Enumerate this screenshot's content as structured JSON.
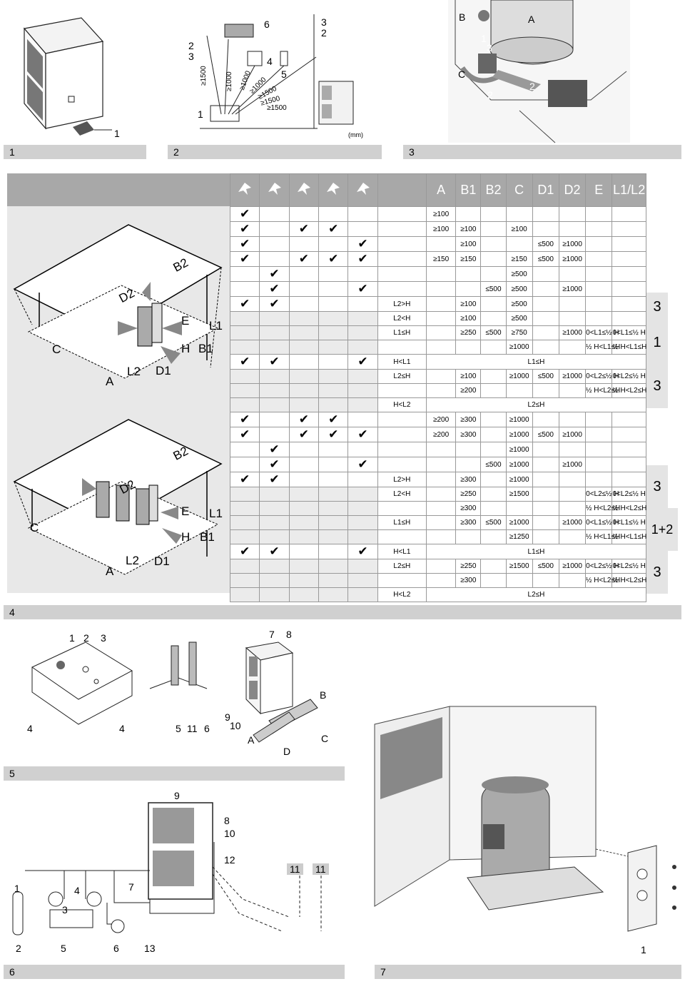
{
  "panels": [
    {
      "num": "1",
      "callouts": [
        "1"
      ]
    },
    {
      "num": "2",
      "callouts": [
        "6",
        "3",
        "2",
        "2",
        "3",
        "4",
        "5",
        "1"
      ],
      "distances": [
        "≥1500",
        "≥1000",
        "≥1000",
        "≥1000",
        "≥1500",
        "≥1500",
        "≥1500"
      ],
      "unit": "(mm)"
    },
    {
      "num": "3",
      "callouts": [
        "B",
        "A",
        "1",
        "3",
        "C",
        "2",
        "2"
      ]
    },
    {
      "num": "4"
    },
    {
      "num": "5",
      "callouts": [
        "1",
        "2",
        "3",
        "4",
        "4",
        "5",
        "11",
        "6",
        "7",
        "8",
        "9",
        "10",
        "A",
        "D",
        "C",
        "B"
      ]
    },
    {
      "num": "6",
      "callouts": [
        "9",
        "8",
        "10",
        "12",
        "11",
        "11",
        "1",
        "7",
        "4",
        "3",
        "2",
        "5",
        "6",
        "13"
      ]
    },
    {
      "num": "7",
      "callouts": [
        "1"
      ]
    }
  ],
  "iso_labels": {
    "upper": [
      "B2",
      "D2",
      "E",
      "L1",
      "H",
      "B1",
      "C",
      "L2",
      "D1",
      "A"
    ],
    "lower": [
      "B2",
      "D2",
      "E",
      "L1",
      "H",
      "B1",
      "C",
      "L2",
      "D1",
      "A"
    ]
  },
  "table": {
    "columns": [
      "A",
      "B1",
      "B2",
      "C",
      "D1",
      "D2",
      "E",
      "L1/L2"
    ],
    "check": "✔",
    "rows": [
      {
        "checks": [
          1,
          0,
          0,
          0,
          0
        ],
        "cond": "",
        "cells": [
          "≥100",
          "",
          "",
          "",
          "",
          "",
          ""
        ]
      },
      {
        "checks": [
          1,
          0,
          1,
          1,
          0
        ],
        "cond": "",
        "cells": [
          "≥100",
          "≥100",
          "",
          "≥100",
          "",
          "",
          ""
        ]
      },
      {
        "checks": [
          1,
          0,
          0,
          0,
          1
        ],
        "cond": "",
        "cells": [
          "",
          "≥100",
          "",
          "",
          "≤500",
          "≥1000",
          ""
        ]
      },
      {
        "checks": [
          1,
          0,
          1,
          1,
          1
        ],
        "cond": "",
        "cells": [
          "≥150",
          "≥150",
          "",
          "≥150",
          "≤500",
          "≥1000",
          ""
        ]
      },
      {
        "checks": [
          0,
          1,
          0,
          0,
          0
        ],
        "cond": "",
        "cells": [
          "",
          "",
          "",
          "≥500",
          "",
          "",
          ""
        ]
      },
      {
        "checks": [
          0,
          1,
          0,
          0,
          1
        ],
        "cond": "",
        "cells": [
          "",
          "",
          "≤500",
          "≥500",
          "",
          "≥1000",
          ""
        ]
      },
      {
        "checks": [
          1,
          1,
          0,
          0,
          0
        ],
        "cond": "L2>H",
        "cells": [
          "",
          "≥100",
          "",
          "≥500",
          "",
          "",
          ""
        ]
      },
      {
        "checks": [],
        "cond": "L2<H",
        "cells": [
          "",
          "≥100",
          "",
          "≥500",
          "",
          "",
          ""
        ]
      },
      {
        "checks": [],
        "cond": "L1≤H",
        "cells": [
          "",
          "≥250",
          "≤500",
          "≥750",
          "",
          "≥1000",
          "0<L1≤½ H"
        ]
      },
      {
        "checks": [],
        "cond": "",
        "cells": [
          "",
          "",
          "",
          "≥1000",
          "",
          "",
          "½ H<L1≤H"
        ]
      },
      {
        "checks": [
          1,
          1,
          0,
          0,
          1
        ],
        "cond": "H<L1",
        "cells": [
          "L1≤H"
        ]
      },
      {
        "checks": [],
        "cond": "L2≤H",
        "cells": [
          "",
          "≥100",
          "",
          "≥1000",
          "≤500",
          "≥1000",
          "0<L2≤½ H"
        ]
      },
      {
        "checks": [],
        "cond": "",
        "cells": [
          "",
          "≥200",
          "",
          "",
          "",
          "",
          "½ H<L2≤H"
        ]
      },
      {
        "checks": [],
        "cond": "H<L2",
        "cells": [
          "L2≤H"
        ]
      },
      {
        "checks": [
          1,
          0,
          1,
          1,
          0
        ],
        "cond": "",
        "cells": [
          "≥200",
          "≥300",
          "",
          "≥1000",
          "",
          "",
          ""
        ]
      },
      {
        "checks": [
          1,
          0,
          1,
          1,
          1
        ],
        "cond": "",
        "cells": [
          "≥200",
          "≥300",
          "",
          "≥1000",
          "≤500",
          "≥1000",
          ""
        ]
      },
      {
        "checks": [
          0,
          1,
          0,
          0,
          0
        ],
        "cond": "",
        "cells": [
          "",
          "",
          "",
          "≥1000",
          "",
          "",
          ""
        ]
      },
      {
        "checks": [
          0,
          1,
          0,
          0,
          1
        ],
        "cond": "",
        "cells": [
          "",
          "",
          "≤500",
          "≥1000",
          "",
          "≥1000",
          ""
        ]
      },
      {
        "checks": [
          1,
          1,
          0,
          0,
          0
        ],
        "cond": "L2>H",
        "cells": [
          "",
          "≥300",
          "",
          "≥1000",
          "",
          "",
          ""
        ]
      },
      {
        "checks": [],
        "cond": "L2<H",
        "cells": [
          "",
          "≥250",
          "",
          "≥1500",
          "",
          "",
          "0<L2≤½ H"
        ]
      },
      {
        "checks": [],
        "cond": "",
        "cells": [
          "",
          "≥300",
          "",
          "",
          "",
          "",
          "½ H<L2≤H"
        ]
      },
      {
        "checks": [],
        "cond": "L1≤H",
        "cells": [
          "",
          "≥300",
          "≤500",
          "≥1000",
          "",
          "≥1000",
          "0<L1≤½ H"
        ]
      },
      {
        "checks": [],
        "cond": "",
        "cells": [
          "",
          "",
          "",
          "≥1250",
          "",
          "",
          "½ H<L1≤H"
        ]
      },
      {
        "checks": [
          1,
          1,
          0,
          0,
          1
        ],
        "cond": "H<L1",
        "cells": [
          "L1≤H"
        ]
      },
      {
        "checks": [],
        "cond": "L2≤H",
        "cells": [
          "",
          "≥250",
          "",
          "≥1500",
          "≤500",
          "≥1000",
          "0<L2≤½ H"
        ]
      },
      {
        "checks": [],
        "cond": "",
        "cells": [
          "",
          "≥300",
          "",
          "",
          "",
          "",
          "½ H<L2≤H"
        ]
      },
      {
        "checks": [],
        "cond": "H<L2",
        "cells": [
          "L2≤H"
        ]
      }
    ],
    "group_conditions": [
      "L2>H",
      "L2<H",
      "L2>H",
      "L2<H"
    ],
    "side_notes": [
      "3",
      "1",
      "3",
      "3",
      "1+2",
      "3"
    ]
  }
}
